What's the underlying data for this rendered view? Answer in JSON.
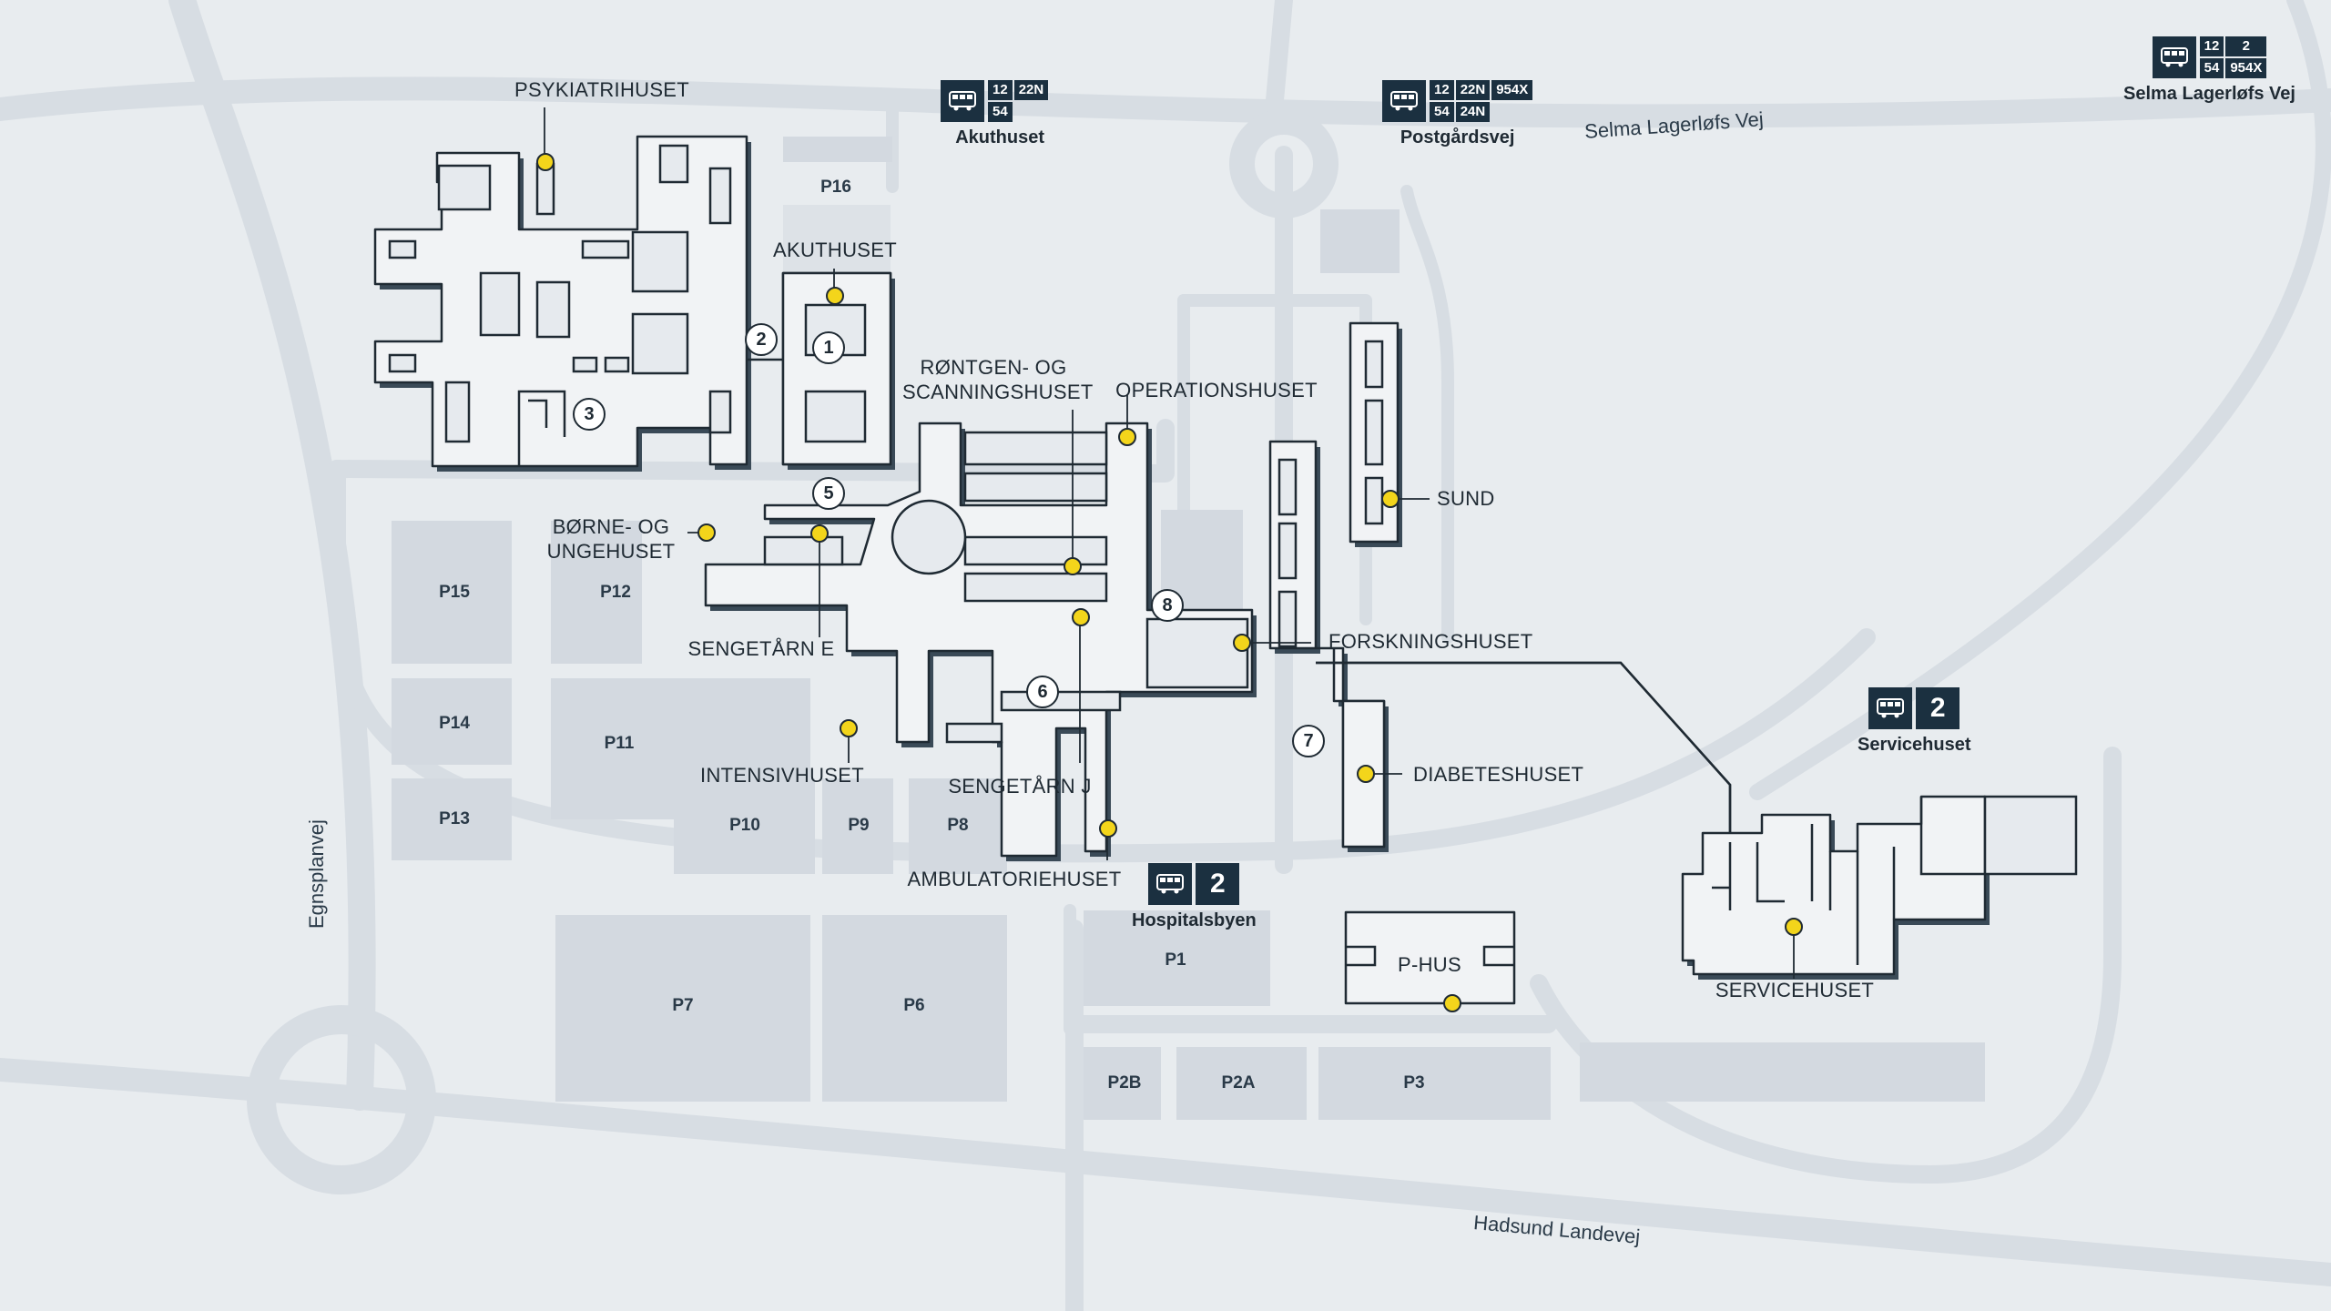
{
  "streets": {
    "selma": "Selma Lagerløfs Vej",
    "hadsund": "Hadsund Landevej",
    "egnsplan": "Egnsplanvej"
  },
  "parking": {
    "p16": "P16",
    "p15": "P15",
    "p14": "P14",
    "p13": "P13",
    "p12": "P12",
    "p11": "P11",
    "p10": "P10",
    "p9": "P9",
    "p8": "P8",
    "p7": "P7",
    "p6": "P6",
    "p1": "P1",
    "p2b": "P2B",
    "p2a": "P2A",
    "p3": "P3",
    "phus": "P-HUS"
  },
  "buildings": {
    "psykiatrihuset": "PSYKIATRIHUSET",
    "akuthuset": "AKUTHUSET",
    "rontgen": "RØNTGEN- OG SCANNINGSHUSET",
    "operationshuset": "OPERATIONSHUSET",
    "sund": "SUND",
    "borne": "BØRNE- OG UNGEHUSET",
    "sengetarn_e": "SENGETÅRN E",
    "forskningshuset": "FORSKNINGSHUSET",
    "intensivhuset": "INTENSIVHUSET",
    "sengetarn_j": "SENGETÅRN J",
    "diabeteshuset": "DIABETESHUSET",
    "ambulatoriehuset": "AMBULATORIEHUSET",
    "servicehuset": "SERVICEHUSET"
  },
  "entrances": [
    "1",
    "2",
    "3",
    "5",
    "6",
    "7",
    "8"
  ],
  "bus_stops": {
    "akuthuset": {
      "name": "Akuthuset",
      "routes": [
        "12",
        "22N",
        "54"
      ]
    },
    "postgardsvej": {
      "name": "Postgårdsvej",
      "routes": [
        "12",
        "22N",
        "954X",
        "54",
        "24N"
      ]
    },
    "selma": {
      "name": "Selma Lagerløfs Vej",
      "routes": [
        "12",
        "2",
        "54",
        "954X"
      ]
    },
    "servicehuset": {
      "name": "Servicehuset",
      "route": "2"
    },
    "hospitalsbyen": {
      "name": "Hospitalsbyen",
      "route": "2"
    }
  },
  "colors": {
    "background": "#e8ecef",
    "road": "#d7dde3",
    "parking": "#d3d9e0",
    "building": "#f1f3f5",
    "outline": "#1f2a33",
    "marker": "#f3d51b",
    "bus_badge": "#1b3040"
  },
  "icons": {
    "bus": "bus-icon",
    "marker": "location-dot-icon",
    "entrance": "numbered-entrance-icon"
  }
}
